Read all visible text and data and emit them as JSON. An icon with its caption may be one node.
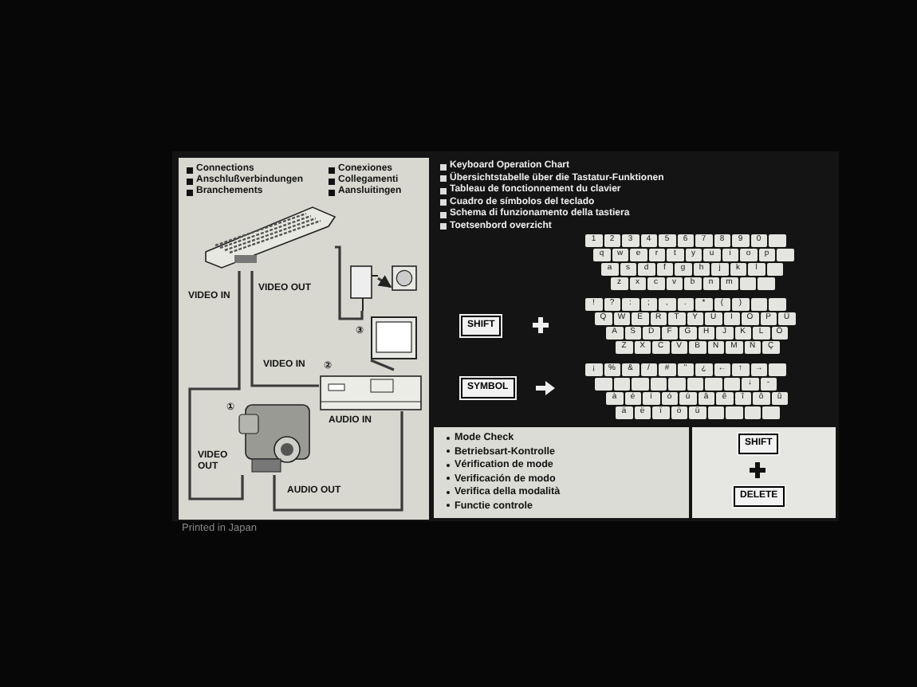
{
  "diagram": {
    "nodes": [
      {
        "text": [],
        "shape": "picture"
      },
      {
        "text": [],
        "shape": "picture"
      },
      {
        "text": [],
        "shape": "picture"
      },
      {
        "text": [],
        "shape": "picture"
      },
      {
        "text": [],
        "shape": "picture"
      },
      {
        "text": [],
        "shape": "picture"
      }
    ],
    "edges": [
      {
        "from": 0,
        "to": 1,
        "arrow": "none"
      },
      {
        "from": 1,
        "to": 2,
        "arrow": "to"
      },
      {
        "from": 5,
        "to": 0,
        "arrow": "none"
      },
      {
        "from": 0,
        "to": 4,
        "arrow": "none"
      },
      {
        "from": 5,
        "to": 4,
        "arrow": "none"
      },
      {
        "from": 4,
        "to": 3,
        "arrow": "none"
      }
    ],
    "labels": [
      "Connections",
      "Anschlußverbindungen",
      "Branchements",
      "Conexiones",
      "Collegamenti",
      "Aansluitingen",
      "VIDEO IN",
      "VIDEO OUT",
      "③",
      "VIDEO IN",
      "②",
      "①",
      "AUDIO IN",
      "VIDEO OUT",
      "AUDIO OUT",
      "Keyboard Operation Chart",
      "Übersichtstabelle über die Tastatur-Funktionen",
      "Tableau de fonctionnement du clavier",
      "Cuadro de símbolos del teclado",
      "Schema di funzionamento della tastiera",
      "Toetsenbord overzicht",
      "1",
      "2",
      "3",
      "4",
      "5",
      "6",
      "7",
      "8",
      "9",
      "0",
      "q",
      "w",
      "e",
      "r",
      "t",
      "y",
      "u",
      "i",
      "o",
      "p",
      "a",
      "s",
      "d",
      "f",
      "g",
      "h",
      "j",
      "k",
      "l",
      "z",
      "x",
      "c",
      "v",
      "b",
      "n",
      "m",
      "!",
      "?",
      ":",
      ";",
      ",",
      ".",
      "*",
      "(",
      ")",
      "Q",
      "W",
      "E",
      "R",
      "T",
      "Y",
      "U",
      "I",
      "O",
      "P",
      "Ü",
      "A",
      "S",
      "D",
      "F",
      "G",
      "H",
      "J",
      "K",
      "L",
      "Ö",
      "Z",
      "X",
      "C",
      "V",
      "B",
      "N",
      "M",
      "Ñ",
      "Ç",
      "¡",
      "%",
      "&",
      "/",
      "#",
      "\"",
      "¿",
      "←",
      "↑",
      "→",
      "↓",
      "-",
      "à",
      "é",
      "í",
      "ó",
      "ú",
      "â",
      "ê",
      "î",
      "ô",
      "û",
      "ä",
      "ë",
      "ï",
      "ö",
      "ü",
      "SHIFT",
      "SYMBOL",
      "Mode Check",
      "Betriebsart-Kontrolle",
      "Vérification de mode",
      "Verificación de modo",
      "Verifica della modalità",
      "Functie controle",
      "SHIFT",
      "DELETE",
      "Printed in Japan"
    ]
  }
}
